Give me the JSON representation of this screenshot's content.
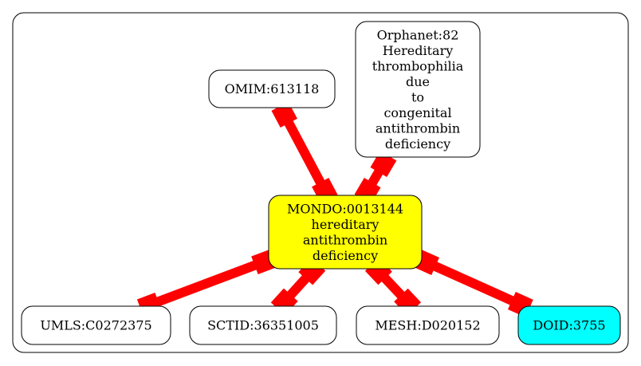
{
  "diagram": {
    "center": {
      "id": "mondo",
      "lines": [
        "MONDO:0013144",
        "hereditary",
        "antithrombin",
        "deficiency"
      ],
      "fill": "#ffff00"
    },
    "nodes": [
      {
        "id": "omim",
        "lines": [
          "OMIM:613118"
        ],
        "fill": "#ffffff"
      },
      {
        "id": "orphanet",
        "lines": [
          "Orphanet:82",
          "Hereditary",
          "thrombophilia",
          "due",
          "to",
          "congenital",
          "antithrombin",
          "deficiency"
        ],
        "fill": "#ffffff"
      },
      {
        "id": "umls",
        "lines": [
          "UMLS:C0272375"
        ],
        "fill": "#ffffff"
      },
      {
        "id": "sctid",
        "lines": [
          "SCTID:36351005"
        ],
        "fill": "#ffffff"
      },
      {
        "id": "mesh",
        "lines": [
          "MESH:D020152"
        ],
        "fill": "#ffffff"
      },
      {
        "id": "doid",
        "lines": [
          "DOID:3755"
        ],
        "fill": "#00ffff"
      }
    ],
    "edge_color": "#ff0000",
    "border_color": "#000000"
  }
}
